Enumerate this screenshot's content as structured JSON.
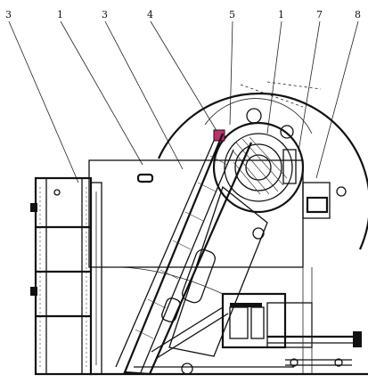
{
  "callouts": [
    {
      "id": "c1",
      "text": "3"
    },
    {
      "id": "c2",
      "text": "1"
    },
    {
      "id": "c3",
      "text": "3"
    },
    {
      "id": "c4",
      "text": "4"
    },
    {
      "id": "c5",
      "text": "5"
    },
    {
      "id": "c6",
      "text": "1"
    },
    {
      "id": "c7",
      "text": "7"
    },
    {
      "id": "c8",
      "text": "8"
    }
  ],
  "colors": {
    "line": "#111111",
    "background": "#ffffff",
    "accent": "#c0306a"
  }
}
